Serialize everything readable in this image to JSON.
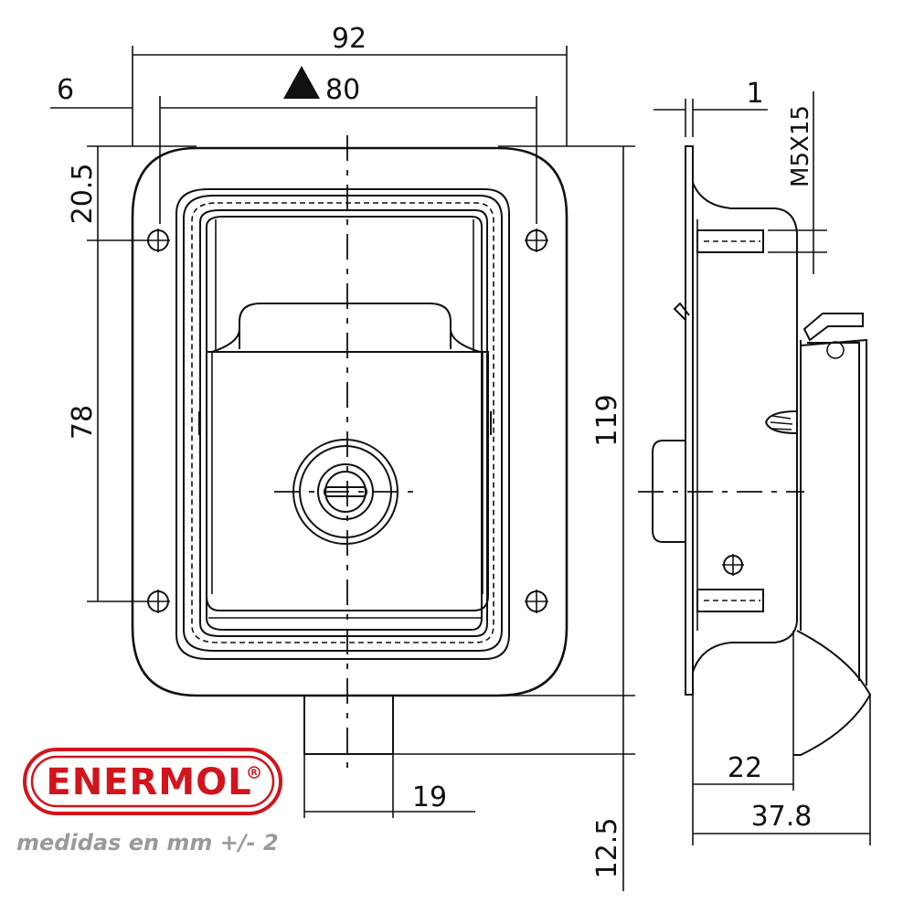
{
  "dimensions": {
    "overall_width": "92",
    "hole_spacing_width": "80",
    "flange_offset": "6",
    "top_to_hole": "20.5",
    "hole_spacing_height": "78",
    "overall_height": "119",
    "lock_protrusion": "12.5",
    "lock_diameter": "19",
    "flange_thickness": "1",
    "screw_spec": "M5X15",
    "side_depth": "22",
    "total_depth": "37.8"
  },
  "brand": {
    "name": "ENERMOL",
    "mark": "R",
    "color": "#d2141c"
  },
  "note": "medidas en mm +/- 2"
}
